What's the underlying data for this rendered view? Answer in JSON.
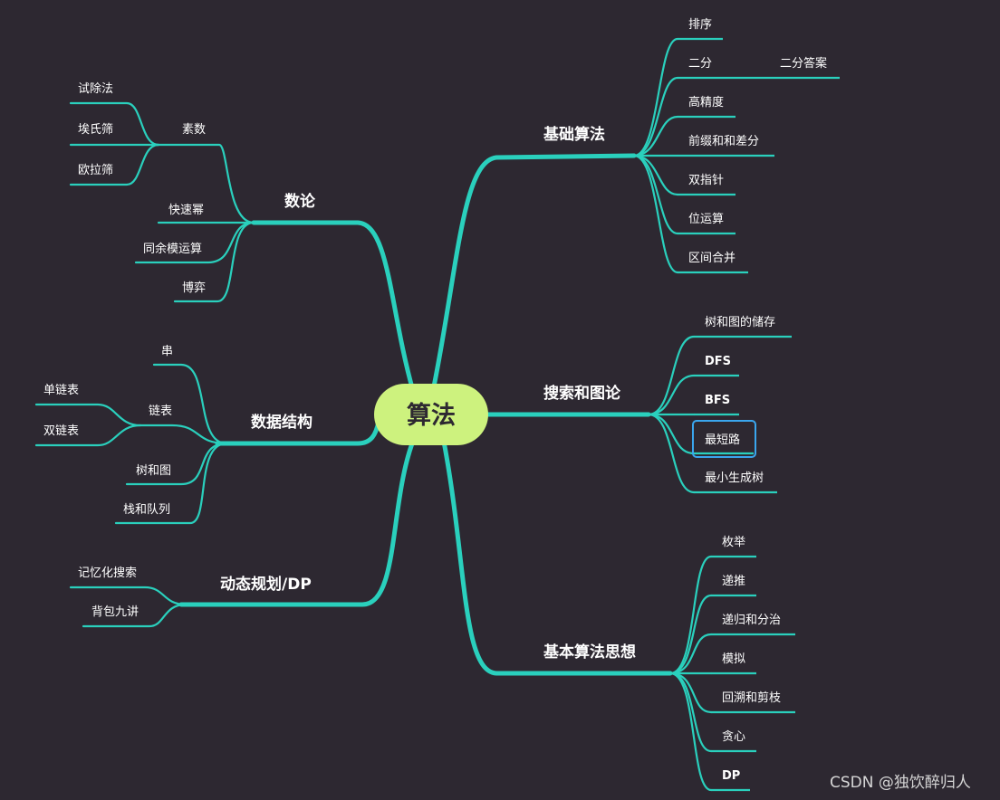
{
  "root": {
    "label": "算法"
  },
  "branches": {
    "basic_algorithms": {
      "label": "基础算法"
    },
    "search_graph": {
      "label": "搜索和图论"
    },
    "basic_ideas": {
      "label": "基本算法思想"
    },
    "number_theory": {
      "label": "数论"
    },
    "data_structures": {
      "label": "数据结构"
    },
    "dynamic_programming": {
      "label": "动态规划/DP"
    }
  },
  "nodes": {
    "sort": "排序",
    "binary": "二分",
    "binary_answer": "二分答案",
    "high_precision": "高精度",
    "prefix_diff": "前缀和和差分",
    "two_pointers": "双指针",
    "bit_ops": "位运算",
    "interval_merge": "区间合并",
    "tree_graph_storage": "树和图的储存",
    "dfs": "DFS",
    "bfs": "BFS",
    "shortest_path": "最短路",
    "mst": "最小生成树",
    "enumeration": "枚举",
    "recurrence": "递推",
    "recursion_dc": "递归和分治",
    "simulation": "模拟",
    "backtracking": "回溯和剪枝",
    "greedy": "贪心",
    "dp": "DP",
    "primes": "素数",
    "trial_division": "试除法",
    "eratosthenes": "埃氏筛",
    "euler_sieve": "欧拉筛",
    "fast_pow": "快速幂",
    "congruence": "同余模运算",
    "game_theory": "博弈",
    "string": "串",
    "linked_list": "链表",
    "singly_linked": "单链表",
    "doubly_linked": "双链表",
    "tree_and_graph": "树和图",
    "stack_queue": "栈和队列",
    "memo_search": "记忆化搜索",
    "knapsack": "背包九讲"
  },
  "watermark": "CSDN @独饮醉归人",
  "colors": {
    "background": "#2d2831",
    "edge": "#2ad0bd",
    "root_fill": "#cdf27e",
    "selection": "#3aa6ee",
    "text": "#ffffff"
  },
  "selected_node": "最短路"
}
